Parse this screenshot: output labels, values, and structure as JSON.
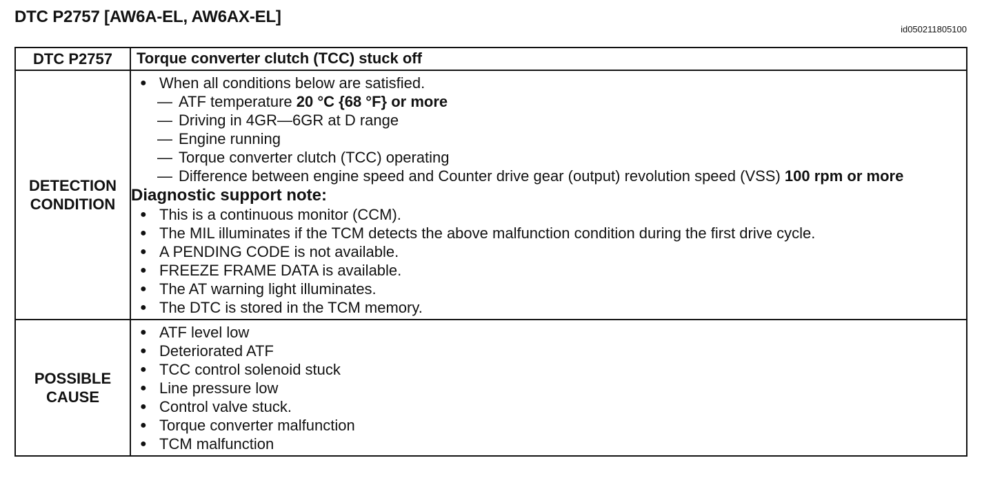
{
  "header": {
    "title": "DTC P2757 [AW6A-EL, AW6AX-EL]",
    "doc_id": "id050211805100"
  },
  "table": {
    "head_code": "DTC P2757",
    "head_desc": "Torque converter clutch (TCC) stuck off",
    "detection": {
      "label_line1": "DETECTION",
      "label_line2": "CONDITION",
      "intro": "When all conditions below are satisfied.",
      "conditions": [
        {
          "text": "ATF temperature ",
          "bold": "20 °C {68 °F} or more"
        },
        {
          "text": "Driving in 4GR—6GR at D range",
          "bold": ""
        },
        {
          "text": "Engine running",
          "bold": ""
        },
        {
          "text": "Torque converter clutch (TCC) operating",
          "bold": ""
        },
        {
          "text": "Difference between engine speed and Counter drive gear (output) revolution speed (VSS) ",
          "bold": "100 rpm or more"
        }
      ],
      "note_heading": "Diagnostic support note:",
      "notes": [
        "This is a continuous monitor (CCM).",
        "The MIL illuminates if the TCM detects the above malfunction condition during the first drive cycle.",
        "A PENDING CODE is not available.",
        "FREEZE FRAME DATA is available.",
        "The AT warning light illuminates.",
        "The DTC is stored in the TCM memory."
      ]
    },
    "cause": {
      "label_line1": "POSSIBLE",
      "label_line2": "CAUSE",
      "items": [
        "ATF level low",
        "Deteriorated ATF",
        "TCC control solenoid stuck",
        "Line pressure low",
        "Control valve stuck.",
        "Torque converter malfunction",
        "TCM malfunction"
      ]
    },
    "bullet_glyph": "●",
    "dash_glyph": "—"
  }
}
